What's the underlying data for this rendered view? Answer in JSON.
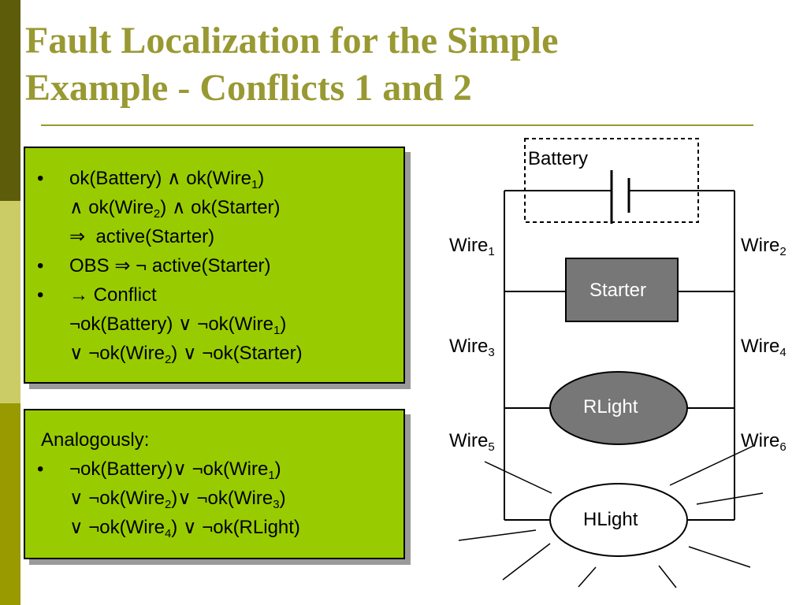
{
  "slide": {
    "title_line1": "Fault Localization for the Simple",
    "title_line2": "Example - Conflicts 1 and 2"
  },
  "box1": {
    "l1": {
      "a": "ok(Battery) ",
      "op1": "∧",
      "b": " ok(Wire",
      "s1": "1",
      "c": ")"
    },
    "l2": {
      "op1": "∧",
      "a": " ok(Wire",
      "s1": "2",
      "b": ") ",
      "op2": "∧",
      "c": " ok(Starter)"
    },
    "l3": {
      "op1": "⇒",
      "a": "  active(Starter)"
    },
    "l4": {
      "a": "OBS ",
      "op1": "⇒",
      "b": " ",
      "op2": "¬",
      "c": " active(Starter)"
    },
    "l5": {
      "op1": "→",
      "a": " Conflict"
    },
    "l6": {
      "op1": "¬",
      "a": "ok(Battery) ",
      "op2": "∨",
      "b": " ",
      "op3": "¬",
      "c": "ok(Wire",
      "s1": "1",
      "d": ")"
    },
    "l7": {
      "op1": "∨",
      "a": " ",
      "op2": "¬",
      "b": "ok(Wire",
      "s1": "2",
      "c": ") ",
      "op3": "∨",
      "d": " ",
      "op4": "¬",
      "e": "ok(Starter)"
    }
  },
  "box2": {
    "heading": "Analogously:",
    "l1": {
      "op1": "¬",
      "a": "ok(Battery)",
      "op2": "∨",
      "b": " ",
      "op3": "¬",
      "c": "ok(Wire",
      "s1": "1",
      "d": ")"
    },
    "l2": {
      "op1": "∨",
      "a": " ",
      "op2": "¬",
      "b": "ok(Wire",
      "s1": "2",
      "c": ")",
      "op3": "∨",
      "d": " ",
      "op4": "¬",
      "e": "ok(Wire",
      "s2": "3",
      "f": ")"
    },
    "l3": {
      "op1": "∨",
      "a": " ",
      "op2": "¬",
      "b": "ok(Wire",
      "s1": "4",
      "c": ") ",
      "op3": "∨",
      "d": " ",
      "op4": "¬",
      "e": "ok(RLight)"
    }
  },
  "circuit": {
    "battery": "Battery",
    "starter": "Starter",
    "rlight": "RLight",
    "hlight": "HLight",
    "wires": [
      {
        "name": "Wire",
        "sub": "1"
      },
      {
        "name": "Wire",
        "sub": "2"
      },
      {
        "name": "Wire",
        "sub": "3"
      },
      {
        "name": "Wire",
        "sub": "4"
      },
      {
        "name": "Wire",
        "sub": "5"
      },
      {
        "name": "Wire",
        "sub": "6"
      }
    ]
  },
  "colors": {
    "title": "#999933",
    "box_fill": "#99cc00",
    "stripe_dark": "#5c5c0a",
    "stripe_light": "#cccc66",
    "stripe_mid": "#999900",
    "starter_fill": "#777777",
    "rlight_fill": "#777777"
  }
}
